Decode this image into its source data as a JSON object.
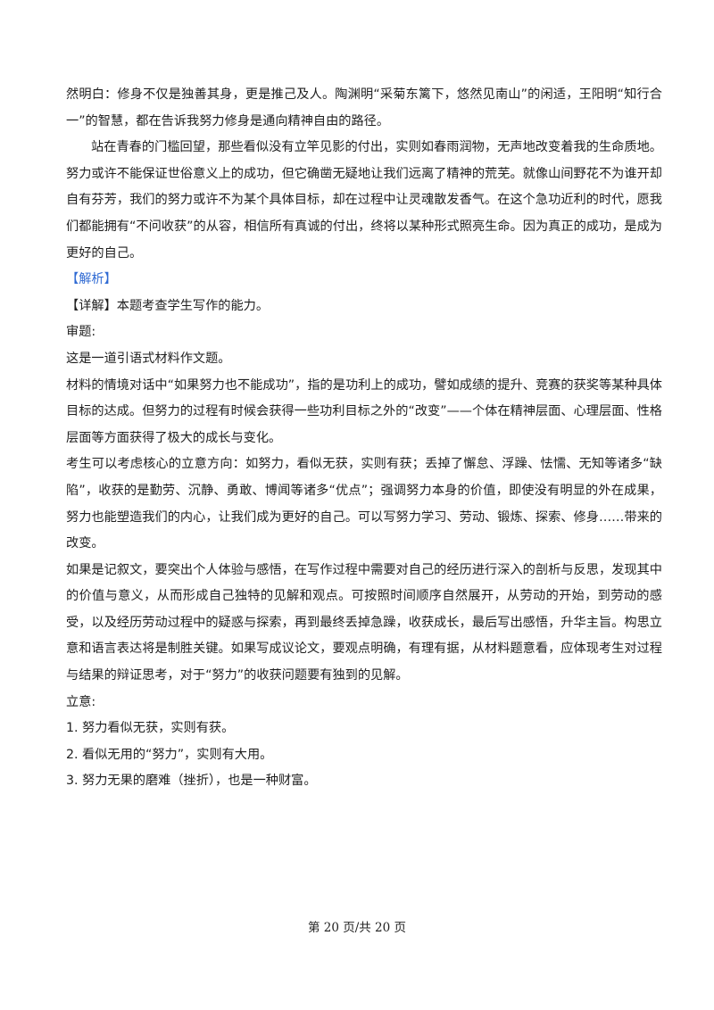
{
  "essay": {
    "p1": "然明白：修身不仅是独善其身，更是推己及人。陶渊明“采菊东篱下，悠然见南山”的闲适，王阳明“知行合一”的智慧，都在告诉我努力修身是通向精神自由的路径。",
    "p2": "站在青春的门槛回望，那些看似没有立竿见影的付出，实则如春雨润物，无声地改变着我的生命质地。努力或许不能保证世俗意义上的成功，但它确凿无疑地让我们远离了精神的荒芜。就像山间野花不为谁开却自有芬芳，我们的努力或许不为某个具体目标，却在过程中让灵魂散发香气。在这个急功近利的时代，愿我们都能拥有“不问收获”的从容，相信所有真诚的付出，终将以某种形式照亮生命。因为真正的成功，是成为更好的自己。"
  },
  "analysis": {
    "label": "【解析】",
    "detail": "【详解】本题考查学生写作的能力。",
    "shenti": "审题:",
    "type": "这是一道引语式材料作文题。",
    "material": "材料的情境对话中“如果努力也不能成功”，指的是功利上的成功，譬如成绩的提升、竞赛的获奖等某种具体目标的达成。但努力的过程有时候会获得一些功利目标之外的“改变”——个体在精神层面、心理层面、性格层面等方面获得了极大的成长与变化。",
    "direction": "考生可以考虑核心的立意方向：如努力，看似无获，实则有获；丢掉了懈怠、浮躁、怯懦、无知等诸多“缺陷”，收获的是勤劳、沉静、勇敢、博闻等诸多“优点”；强调努力本身的价值，即使没有明显的外在成果，努力也能塑造我们的内心，让我们成为更好的自己。可以写努力学习、劳动、锻炼、探索、修身……带来的改变。",
    "narrative": "如果是记叙文，要突出个人体验与感悟，在写作过程中需要对自己的经历进行深入的剖析与反思，发现其中的价值与意义，从而形成自己独特的见解和观点。可按照时间顺序自然展开，从劳动的开始，到劳动的感受，以及经历劳动过程中的疑惑与探索，再到最终丢掉急躁，收获成长，最后写出感悟，升华主旨。构思立意和语言表达将是制胜关键。如果写成议论文，要观点明确，有理有据，从材料题意看，应体现考生对过程与结果的辩证思考，对于“努力”的收获问题要有独到的见解。",
    "liyi": "立意:",
    "points": [
      "1. 努力看似无获，实则有获。",
      "2. 看似无用的“努力”，实则有大用。",
      "3. 努力无果的磨难（挫折），也是一种财富。"
    ]
  },
  "footer": "第 20 页/共 20 页"
}
